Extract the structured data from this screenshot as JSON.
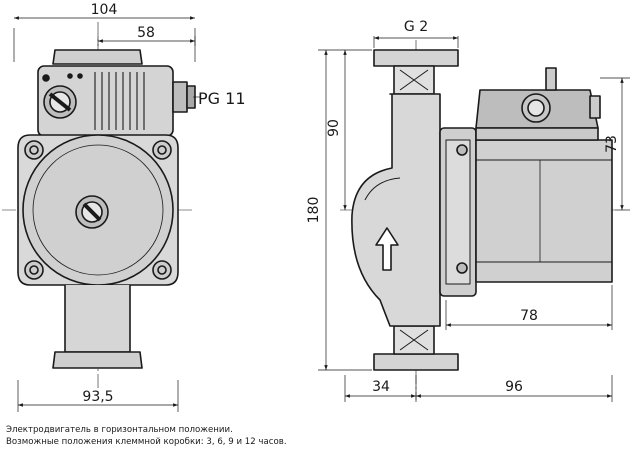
{
  "dimensions": {
    "width_total": "104",
    "width_box": "58",
    "width_base": "93,5",
    "thread": "G 2",
    "height_left": "90",
    "height_total": "180",
    "height_right": "73",
    "depth_motor": "78",
    "depth_front": "34",
    "depth_rear": "96"
  },
  "callouts": {
    "cable_gland": "PG 11"
  },
  "caption": {
    "line1": "Электродвигатель в горизонтальном положении.",
    "line2": "Возможные положения клеммной коробки: 3, 6, 9 и 12 часов."
  }
}
